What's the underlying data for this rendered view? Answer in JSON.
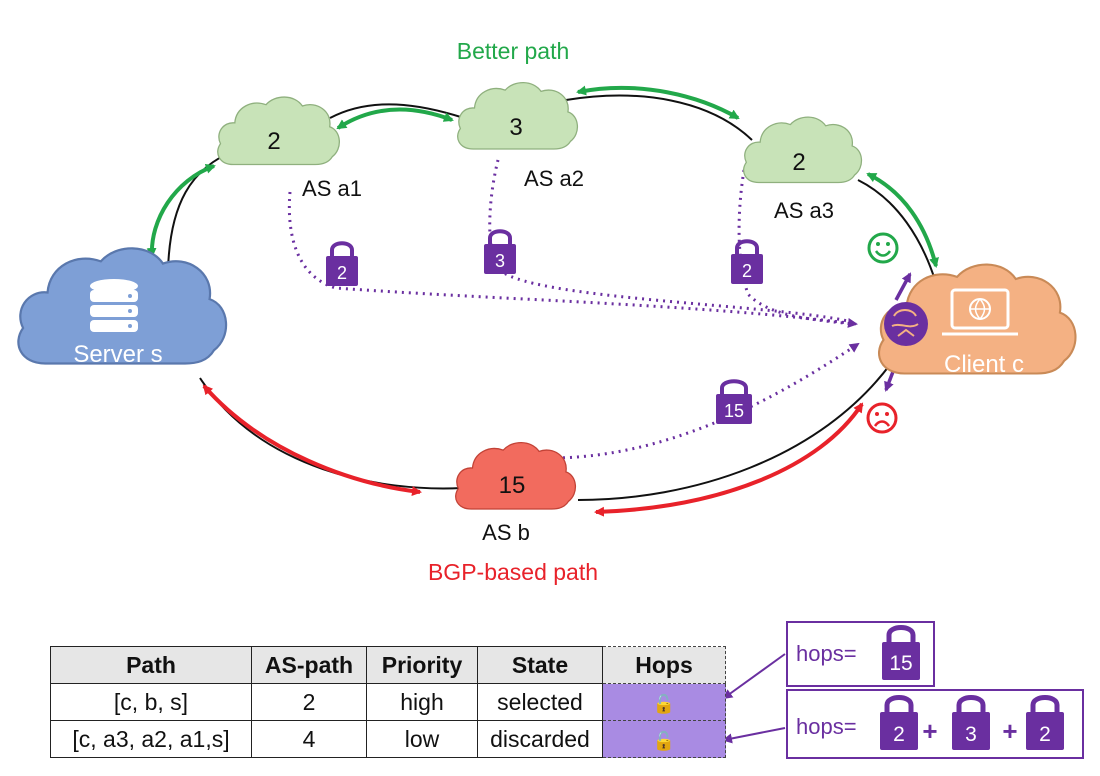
{
  "diagram": {
    "better_path_label": "Better path",
    "bgp_path_label": "BGP-based path",
    "server": {
      "label": "Server s"
    },
    "client": {
      "label": "Client c"
    },
    "ases": [
      {
        "id": "a1",
        "hop": "2",
        "label": "AS a1"
      },
      {
        "id": "a2",
        "hop": "3",
        "label": "AS a2"
      },
      {
        "id": "a3",
        "hop": "2",
        "label": "AS a3"
      },
      {
        "id": "b",
        "hop": "15",
        "label": "AS b"
      }
    ],
    "locks": [
      "2",
      "3",
      "2",
      "15"
    ],
    "colors": {
      "green_path": "#22a84a",
      "red_path": "#e8222a",
      "purple": "#6a2fa0",
      "as_cloud": "#c8e3b8",
      "bad_cloud": "#f26b5e",
      "server_cloud": "#7e9fd6",
      "client_cloud": "#f4b183"
    }
  },
  "table": {
    "headers": [
      "Path",
      "AS-path",
      "Priority",
      "State",
      "Hops"
    ],
    "rows": [
      {
        "path": "[c, b, s]",
        "as_path": "2",
        "priority": "high",
        "state": "selected"
      },
      {
        "path": "[c, a3, a2, a1,s]",
        "as_path": "4",
        "priority": "low",
        "state": "discarded"
      }
    ]
  },
  "hops_boxes": {
    "top": {
      "prefix": "hops=",
      "locks": [
        "15"
      ]
    },
    "bottom": {
      "prefix": "hops=",
      "locks": [
        "2",
        "3",
        "2"
      ],
      "operator": "+"
    }
  }
}
